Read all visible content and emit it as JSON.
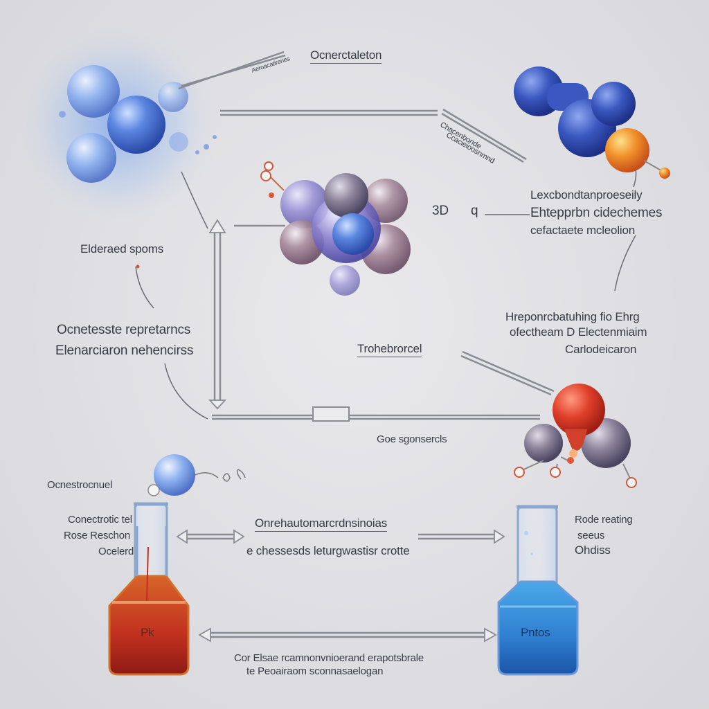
{
  "labels": {
    "top_center": "Ocnerctaleton",
    "tiny_arrow": "Aeroacatirenes",
    "mid_arrow_note": [
      "Chacenbonde",
      "Ccacieioosnmnd"
    ],
    "right_block": [
      "Lexcbondtanproeseily",
      "Ehtepprbn cidechemes",
      "cefactaete mcleolion"
    ],
    "left_top": "Elderaed spoms",
    "left_mid": [
      "Ocnetesste repretarncs",
      "Elenarciaron nehencirss"
    ],
    "center_3d": "3D",
    "center_q": "q",
    "center_under": "Trohebrorcel",
    "right_mid": [
      "Hreponrcbatuhing fio Ehrg",
      "ofectheam D Electenmiaim",
      "Carlodeicaron"
    ],
    "bottom_center": "Goe sgonsercls",
    "left_ball": "Ocnestrocnuel",
    "left_flask_desc": [
      "Conectrotic tel",
      "Rose Reschon",
      "Ocelerd"
    ],
    "right_flask_desc": [
      "Rode reating",
      "seeus",
      "Ohdiss"
    ],
    "mid_arrow_top": "Onrehautomarcrdnsinoias",
    "mid_arrow_bottom": "e chessesds leturgwastisr crotte",
    "bottom_note": [
      "Cor Elsae rcamnonvnioerand erapotsbrale",
      "te Peoairaom sconnasaelogan"
    ],
    "flask_left": "Pk",
    "flask_right": "Pntos"
  },
  "colors": {
    "blue_atom": "#4a6fd0",
    "orange_atom": "#e8832a",
    "red_atom": "#d23c2a",
    "flask_red": "#c0301f",
    "flask_blue": "#2f7fd0"
  }
}
